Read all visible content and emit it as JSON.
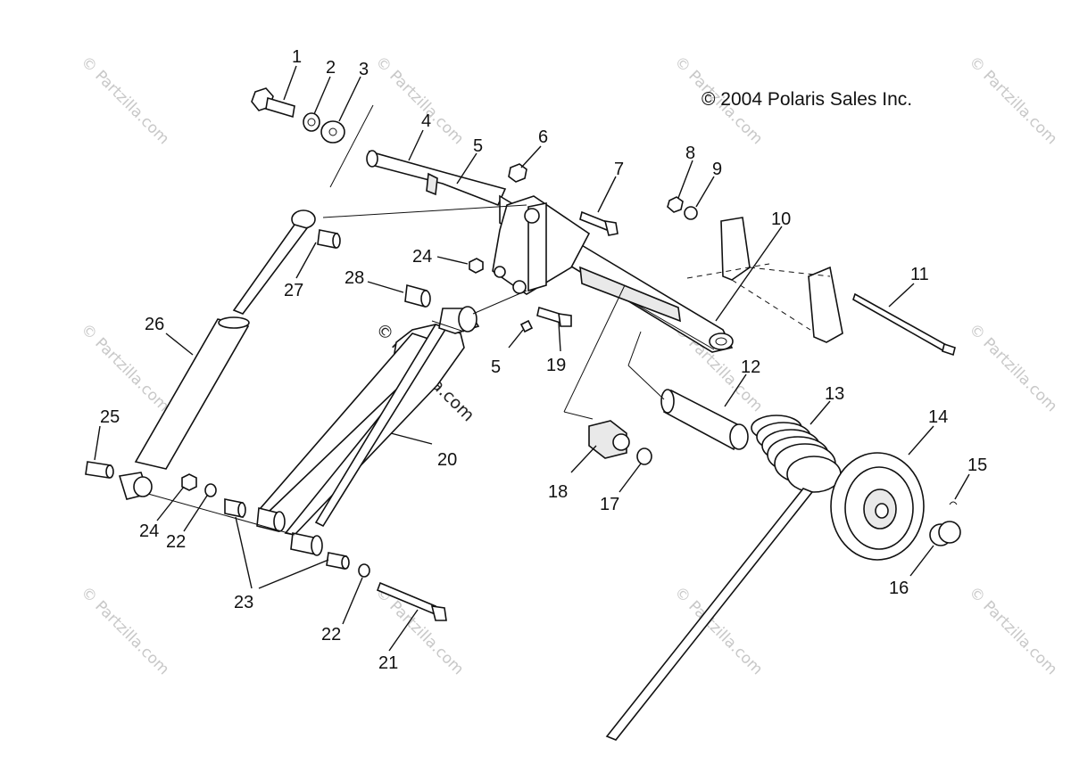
{
  "copyright": "© 2004 Polaris Sales Inc.",
  "watermark": "© Partzilla.com",
  "callouts": [
    "1",
    "2",
    "3",
    "4",
    "5",
    "6",
    "7",
    "8",
    "9",
    "10",
    "11",
    "12",
    "13",
    "14",
    "15",
    "16",
    "17",
    "18",
    "19",
    "5",
    "20",
    "21",
    "22",
    "22",
    "23",
    "24",
    "24",
    "25",
    "26",
    "27",
    "28"
  ]
}
